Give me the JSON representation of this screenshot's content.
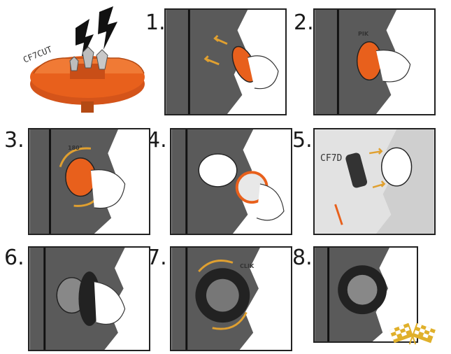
{
  "product_label": "CF7CUT",
  "steps": [
    "1.",
    "2.",
    "3.",
    "4.",
    "5.",
    "6.",
    "7.",
    "8."
  ],
  "annotations": {
    "pik": "PIK",
    "rotation": "180°",
    "adapter_label": "CF7D",
    "clik": "CLIK"
  },
  "colors": {
    "orange": "#e8601c",
    "dark_gray": "#5a5a5a",
    "light_gray": "#cfcfcf",
    "outline": "#1a1a1a",
    "checker_gold": "#e0b02a"
  },
  "icons": [
    "lightning-icon",
    "checkered-flags-icon"
  ]
}
